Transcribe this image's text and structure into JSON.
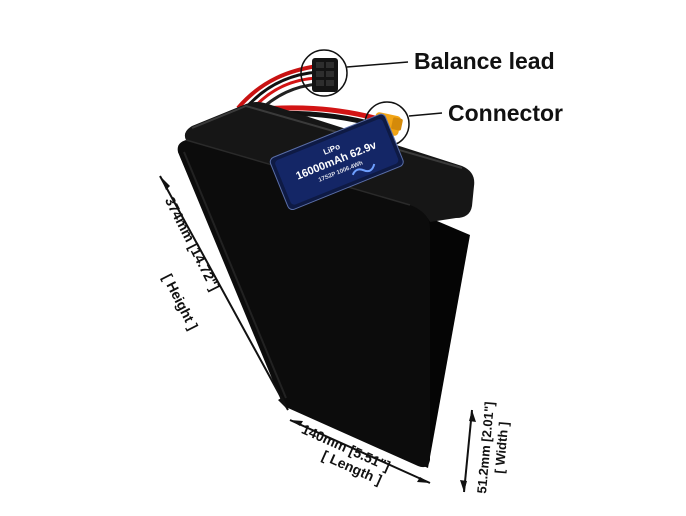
{
  "callouts": {
    "balance_lead": "Balance lead",
    "connector": "Connector"
  },
  "label_plate": {
    "chemistry": "LiPo",
    "capacity_voltage": "16000mAh 62.9v",
    "config": "17S2P 1006.4Wh"
  },
  "dimensions": {
    "height_value": "374mm [14.72\"]",
    "height_caption": "[ Height ]",
    "length_value": "140mm [5.51\"]",
    "length_caption": "[ Length ]",
    "width_value": "51.2mm [2.01\"]",
    "width_caption": "[ Width ]"
  },
  "colors": {
    "background": "#ffffff",
    "pack_body": "#0b0b0b",
    "wire_red": "#d21414",
    "connector_yellow": "#f2a516",
    "plate_blue": "#1c3fa8"
  }
}
